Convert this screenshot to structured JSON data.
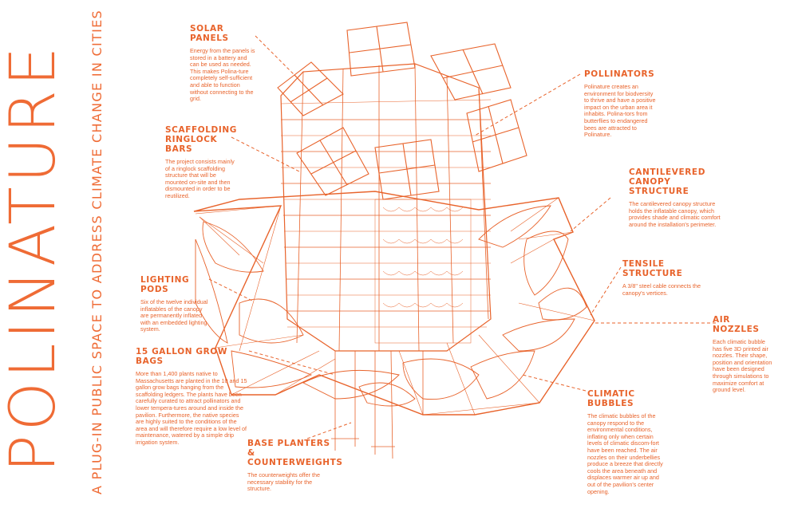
{
  "title": "POLINATURE",
  "subtitle": "A PLUG-IN PUBLIC SPACE TO ADDRESS CLIMATE CHANGE IN CITIES",
  "colors": {
    "accent": "#e8632b",
    "background": "#ffffff"
  },
  "labels": {
    "solar": {
      "title": "SOLAR PANELS",
      "body": "Energy from the panels is stored in a battery and can be used as needed. This makes Polina-ture completely self-sufficient and able to function without connecting to the grid."
    },
    "scaffold": {
      "title1": "SCAFFOLDING",
      "title2": "RINGLOCK BARS",
      "body": "The project consists mainly of a ringlock scaffolding structure that will be mounted on-site and then dismounted in order to be reutilized."
    },
    "lighting": {
      "title": "LIGHTING PODS",
      "body": "Six of the twelve individual inflatables of the canopy are permanently inflated with an embedded lighting system."
    },
    "growbags": {
      "title": "15 GALLON GROW BAGS",
      "body": "More than 1,400 plants native to Massachusetts are planted in the 10 and 15 gallon grow bags hanging from the scaffolding ledgers. The plants have been carefully curated to attract pollinators and lower tempera-tures around and inside the pavilion. Furthermore, the native species are highly suited to the conditions of the area and will therefore require a low level of maintenance, watered by a simple drip irrigation system."
    },
    "base": {
      "title1": "BASE PLANTERS &",
      "title2": "COUNTERWEIGHTS",
      "body": "The counterweights offer the necessary stability for the structure."
    },
    "pollinators": {
      "title": "POLLINATORS",
      "body": "Polinature creates an environment for biodversity to thrive and have a positive impact on the urban area it inhabits. Polina-tors from butterflies to endangered bees are attracted to Polinature."
    },
    "canopy": {
      "title1": "CANTILEVERED",
      "title2": "CANOPY STRUCTURE",
      "body": "The cantilevered canopy structure holds the inflatable canopy, which provides shade and climatic comfort around the installation's perimeter."
    },
    "tensile": {
      "title": "TENSILE STRUCTURE",
      "body": "A 3/8\" steel cable connects the canopy's vertices."
    },
    "nozzles": {
      "title": "AIR NOZZLES",
      "body": "Each climatic bubble has five 3D printed air nozzles. Their shape, position and orientation have been designed through simulations to maximize comfort at ground level."
    },
    "bubbles": {
      "title": "CLIMATIC BUBBLES",
      "body": "The climatic bubbles of the canopy respond to the environmental conditions, inflating only when certain levels of climatic discom-fort have been reached. The air nozzles on their underbellies produce a breeze that directly cools the area beneath and displaces warmer air up and out of the pavilion's center opening."
    }
  }
}
